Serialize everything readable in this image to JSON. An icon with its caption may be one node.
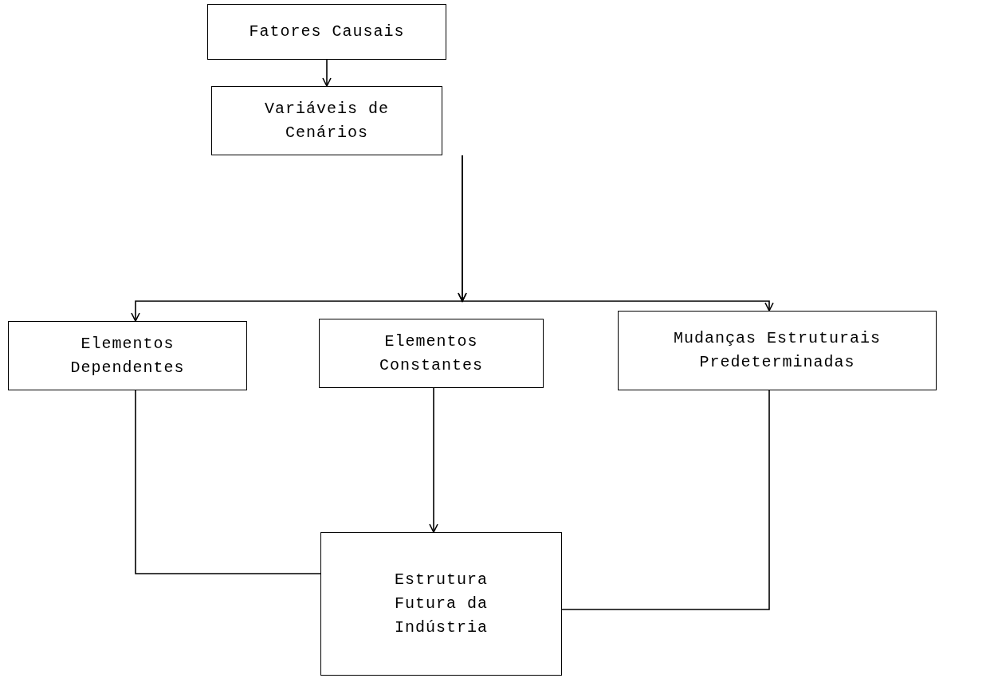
{
  "diagram": {
    "nodes": [
      {
        "text": [
          "Fatores Causais"
        ]
      },
      {
        "text": [
          "Variáveis de Cenários"
        ]
      },
      {
        "text": [
          "Elementos Dependentes"
        ]
      },
      {
        "text": [
          "Elementos Constantes"
        ]
      },
      {
        "text": [
          "Mudanças Estruturais Predeterminadas"
        ]
      },
      {
        "text": [
          "Estrutura Futura da Indústria"
        ]
      }
    ],
    "edges": [
      {
        "from": 0,
        "to": 1,
        "arrow": "to"
      },
      {
        "from": 1,
        "to": 2,
        "arrow": "to"
      },
      {
        "from": 1,
        "to": 4,
        "arrow": "to"
      },
      {
        "from": 3,
        "to": 5,
        "arrow": "to"
      },
      {
        "from": 2,
        "to": 5,
        "arrow": "none"
      },
      {
        "from": 4,
        "to": 5,
        "arrow": "none"
      }
    ]
  }
}
